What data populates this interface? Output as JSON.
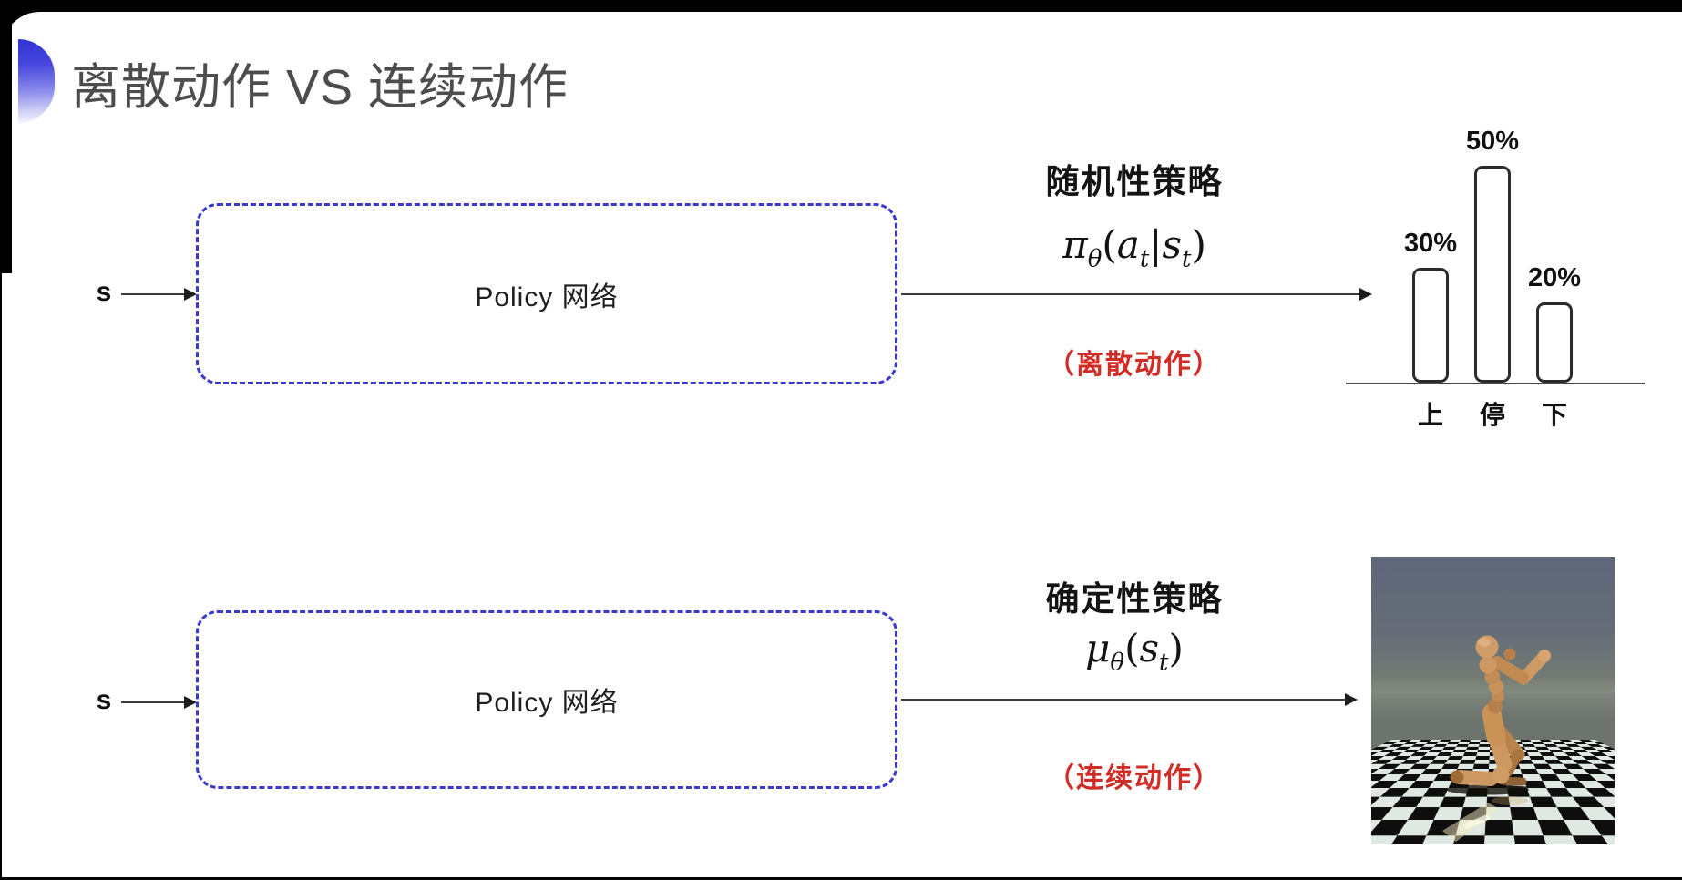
{
  "slide": {
    "title": "离散动作 VS 连续动作"
  },
  "row1": {
    "input_label": "s",
    "box_label": "Policy 网络",
    "policy_type": "随机性策略",
    "formula": {
      "symbol": "π",
      "sub": "θ",
      "arg_open": "(",
      "arg1": "a",
      "arg1_sub": "t",
      "separator": "|",
      "arg2": "s",
      "arg2_sub": "t",
      "arg_close": ")"
    },
    "action_type": "（离散动作）"
  },
  "row2": {
    "input_label": "s",
    "box_label": "Policy 网络",
    "policy_type": "确定性策略",
    "formula": {
      "symbol": "μ",
      "sub": "θ",
      "arg_open": "(",
      "arg1": "s",
      "arg1_sub": "t",
      "arg_close": ")"
    },
    "action_type": "（连续动作）"
  },
  "chart_data": {
    "type": "bar",
    "categories": [
      "上",
      "停",
      "下"
    ],
    "values": [
      30,
      50,
      20
    ],
    "value_labels": [
      "30%",
      "50%",
      "20%"
    ],
    "title": "",
    "xlabel": "",
    "ylabel": "",
    "ylim": [
      0,
      55
    ],
    "grid": false,
    "legend": false,
    "bar_fill": "#ffffff",
    "bar_outline": "#2b2b2b"
  },
  "colors": {
    "box_border": "#3b3bcb",
    "action_note": "#d22c26",
    "title_text": "#4d4d4d",
    "accent_icon": "#3b3bd8",
    "arrow": "#3c3c3c"
  }
}
